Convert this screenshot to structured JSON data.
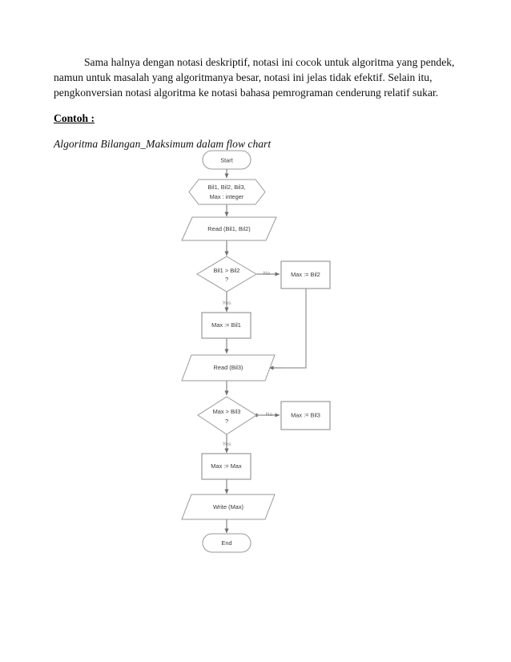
{
  "document": {
    "paragraphs": [
      "Sama halnya dengan notasi deskriptif, notasi ini cocok untuk algoritma yang pendek, namun untuk masalah yang algoritmanya besar, notasi ini jelas tidak efektif. Selain itu, pengkonversian notasi algoritma ke notasi bahasa pemrograman cenderung relatif sukar."
    ],
    "heading": "Contoh :",
    "subtitle": "Algoritma Bilangan_Maksimum dalam flow chart"
  },
  "flowchart": {
    "title": "Algoritma Bilangan_Maksimum dalam flow chart",
    "colors": {
      "shape_border": "#9a9a9a",
      "shape_fill": "#ffffff",
      "connector": "#7d7d7d",
      "label_text": "#3a3a3a",
      "edge_label_text": "#8a8a8a"
    },
    "nodes": [
      {
        "id": "start",
        "type": "terminator",
        "label": "Start"
      },
      {
        "id": "declare",
        "type": "preparation",
        "label_line1": "Bil1, Bil2, Bil3,",
        "label_line2": "Max : integer"
      },
      {
        "id": "read12",
        "type": "input-output",
        "label": "Read (Bil1, Bil2)"
      },
      {
        "id": "dec1",
        "type": "decision",
        "label_line1": "Bil1 > Bil2",
        "label_line2": "?"
      },
      {
        "id": "maxbil2",
        "type": "process",
        "label": "Max := Bil2"
      },
      {
        "id": "maxbil1",
        "type": "process",
        "label": "Max := Bil1"
      },
      {
        "id": "read3",
        "type": "input-output",
        "label": "Read (Bil3)"
      },
      {
        "id": "dec2",
        "type": "decision",
        "label_line1": "Max > Bil3",
        "label_line2": "?"
      },
      {
        "id": "maxbil3",
        "type": "process",
        "label": "Max := Bil3"
      },
      {
        "id": "maxmax",
        "type": "process",
        "label": "Max := Max"
      },
      {
        "id": "writemax",
        "type": "input-output",
        "label": "Write (Max)"
      },
      {
        "id": "end",
        "type": "terminator",
        "label": "End"
      }
    ],
    "edge_labels": {
      "dec1_no": "No",
      "dec1_yes": "Yes",
      "dec2_no": "No",
      "dec2_yes": "Yes"
    }
  }
}
